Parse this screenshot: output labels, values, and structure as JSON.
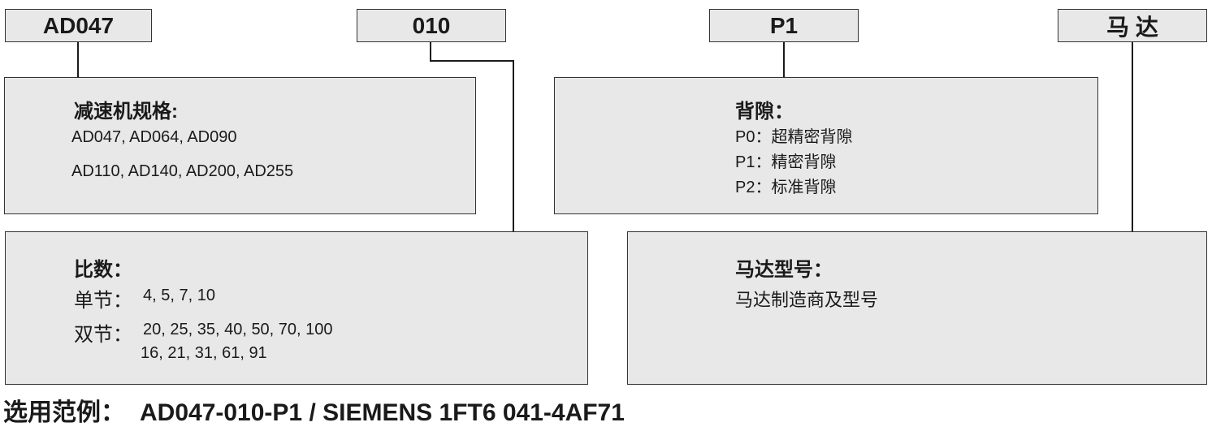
{
  "codes": [
    "AD047",
    "010",
    "P1",
    "马 达"
  ],
  "spec": {
    "title": "减速机规格:",
    "lines": [
      "AD047, AD064,  AD090",
      "AD110, AD140,  AD200, AD255"
    ]
  },
  "ratio": {
    "title": "比数：",
    "single_label": "单节：",
    "single_values": "4, 5, 7, 10",
    "double_label": "双节：",
    "double_values": "20, 25, 35, 40, 50, 70, 100",
    "double_values_2": "16, 21, 31, 61, 91"
  },
  "backlash": {
    "title": "背隙：",
    "lines": [
      "P0：超精密背隙",
      "P1：精密背隙",
      "P2：标准背隙"
    ]
  },
  "motor": {
    "title": "马达型号：",
    "desc": "马达制造商及型号"
  },
  "example": {
    "label": "选用范例：",
    "value": "AD047-010-P1 / SIEMENS 1FT6 041-4AF71"
  }
}
